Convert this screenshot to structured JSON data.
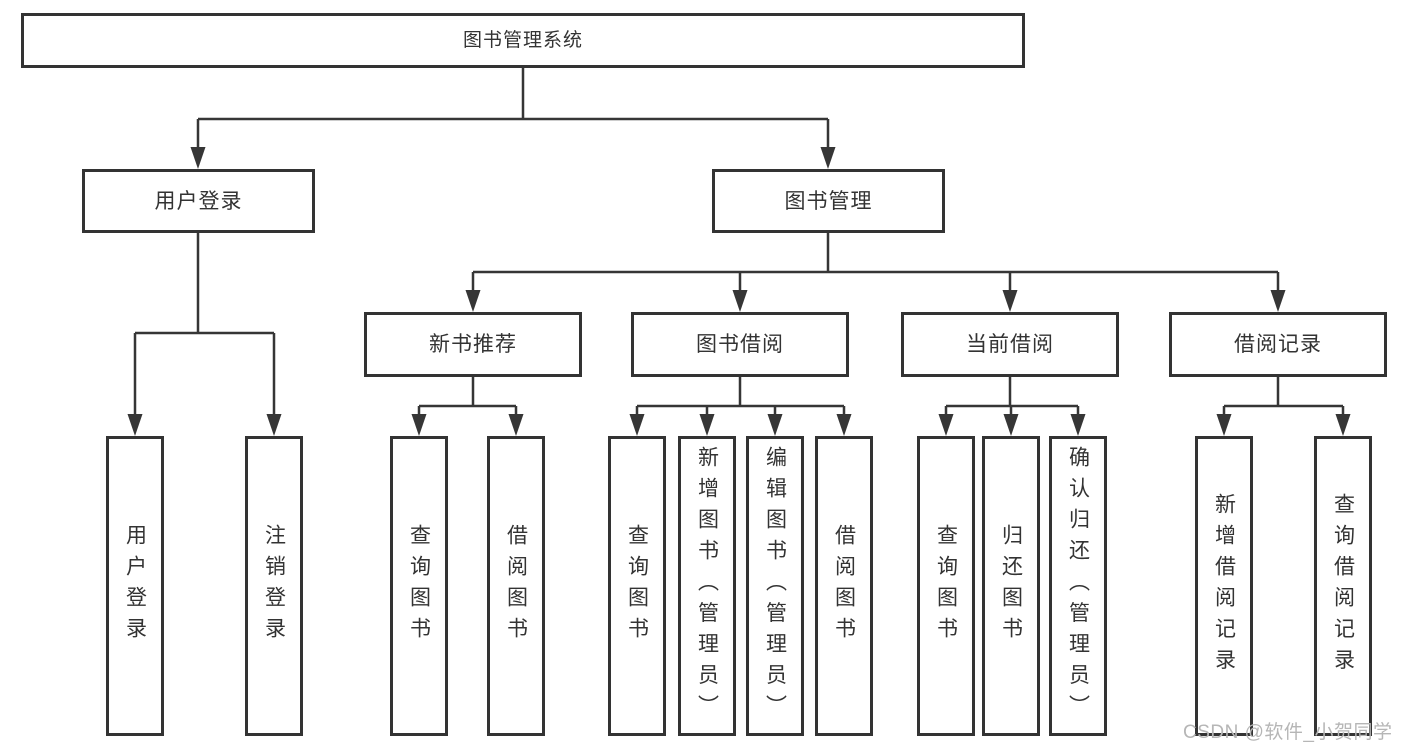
{
  "nodes": {
    "root": "图书管理系统",
    "level2": [
      "用户登录",
      "图书管理"
    ],
    "level3": [
      "新书推荐",
      "图书借阅",
      "当前借阅",
      "借阅记录"
    ],
    "leaves": [
      "用户登录",
      "注销登录",
      "查询图书",
      "借阅图书",
      "查询图书",
      "新增图书（管理员）",
      "编辑图书（管理员）",
      "借阅图书",
      "查询图书",
      "归还图书",
      "确认归还（管理员）",
      "新增借阅记录",
      "查询借阅记录"
    ]
  },
  "watermark": "CSDN @软件_小贺同学",
  "colors": {
    "line": "#363636",
    "box_border": "#333333",
    "text": "#333333",
    "background": "#ffffff",
    "watermark": "#b6b6b6"
  }
}
